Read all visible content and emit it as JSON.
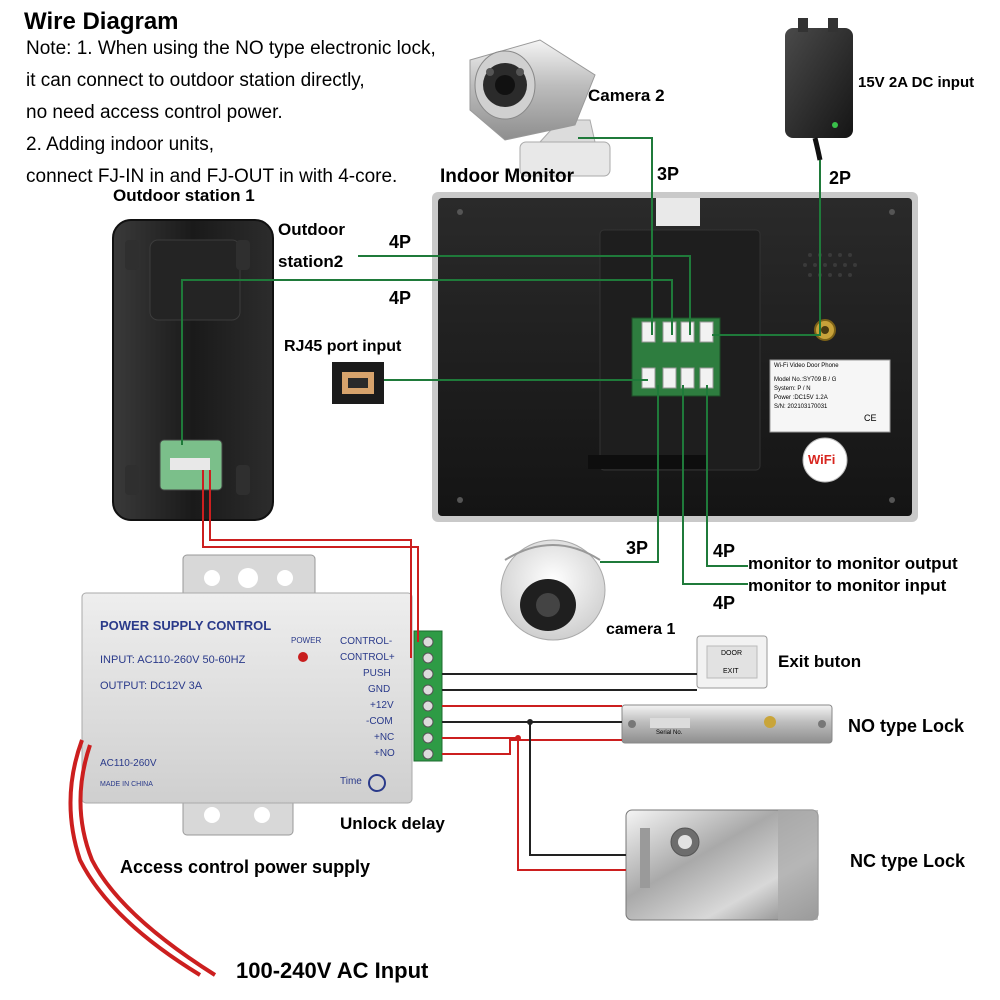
{
  "title": "Wire Diagram",
  "notes": [
    "Note: 1. When using the NO type electronic lock,",
    "it can connect to outdoor station directly,",
    "no need access control power.",
    " 2. Adding indoor units,",
    " connect FJ-IN in and FJ-OUT in with 4-core."
  ],
  "labels": {
    "outdoor_station_1": "Outdoor station 1",
    "outdoor_station_2_line1": "Outdoor",
    "outdoor_station_2_line2": "station2",
    "indoor_monitor": "Indoor Monitor",
    "camera2": "Camera 2",
    "dc_input": "15V 2A DC input",
    "rj45": "RJ45 port input",
    "camera1": "camera 1",
    "mon_out": "monitor to monitor output",
    "mon_in": "monitor to monitor input",
    "exit_button": "Exit buton",
    "no_lock": "NO type Lock",
    "nc_lock": "NC type Lock",
    "unlock_delay": "Unlock delay",
    "acps": "Access control power supply",
    "ac_input": "100-240V  AC Input"
  },
  "wire_labels": {
    "p3_cam2": "3P",
    "p2_dc": "2P",
    "p4_out2": "4P",
    "p4_out1": "4P",
    "p3_cam1": "3P",
    "p4_monout": "4P",
    "p4_monin": "4P"
  },
  "psu": {
    "header": "POWER SUPPLY CONTROL",
    "input": "INPUT: AC110-260V 50-60HZ",
    "output": "OUTPUT: DC12V  3A",
    "power_led": "POWER",
    "ac_range": "AC110-260V",
    "made_in": "MADE IN CHINA",
    "time": "Time",
    "terminals": [
      "CONTROL-",
      "CONTROL+",
      "PUSH",
      "GND",
      "+12V",
      "-COM",
      "+NC",
      "+NO"
    ]
  },
  "monitor_label": {
    "line1": "Wi-Fi Video Door Phone",
    "line2": "Model No.:SY709 B / G",
    "line3": "System: P / N",
    "line4": "Power :DC15V  1.2A",
    "line5": "S/N: 202103170031",
    "wifi": "WiFi",
    "ce": "CE"
  },
  "exit_plate": {
    "top": "DOOR",
    "bottom": "EXIT"
  },
  "lock_serial": "Serial No.",
  "colors": {
    "wire_green": "#1f7a3a",
    "wire_red": "#cc1f1f",
    "wire_dark": "#222222",
    "terminal_green": "#2e9b45",
    "psu_text": "#2a3a8a"
  }
}
